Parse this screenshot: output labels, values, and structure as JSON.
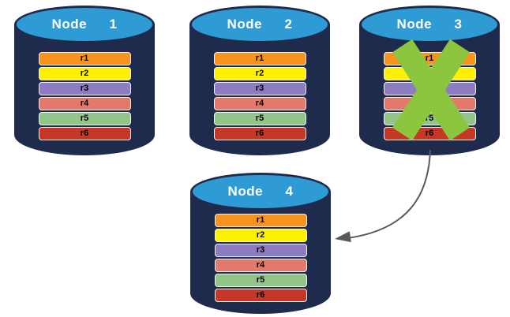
{
  "colors": {
    "background": "#FFFFFF",
    "cylinder_body": "#1E2B4D",
    "cylinder_top": "#2F9BD4",
    "node_title": "#FFFFFF",
    "bar_border": "#F2F2F2",
    "bar_text": "#000000",
    "failure_x": "#8CC63F",
    "arrow": "#595959"
  },
  "nodes": [
    {
      "label": "Node  1",
      "failed": false
    },
    {
      "label": "Node  2",
      "failed": false
    },
    {
      "label": "Node  3",
      "failed": true
    },
    {
      "label": "Node  4",
      "failed": false
    }
  ],
  "replicas": [
    {
      "label": "r1",
      "color": "#F7941D"
    },
    {
      "label": "r2",
      "color": "#FFF100"
    },
    {
      "label": "r3",
      "color": "#8E7CC3"
    },
    {
      "label": "r4",
      "color": "#E3796B"
    },
    {
      "label": "r5",
      "color": "#92C689"
    },
    {
      "label": "r6",
      "color": "#C53826"
    }
  ],
  "arrow": {
    "from": "Node 3",
    "to": "Node 4"
  }
}
